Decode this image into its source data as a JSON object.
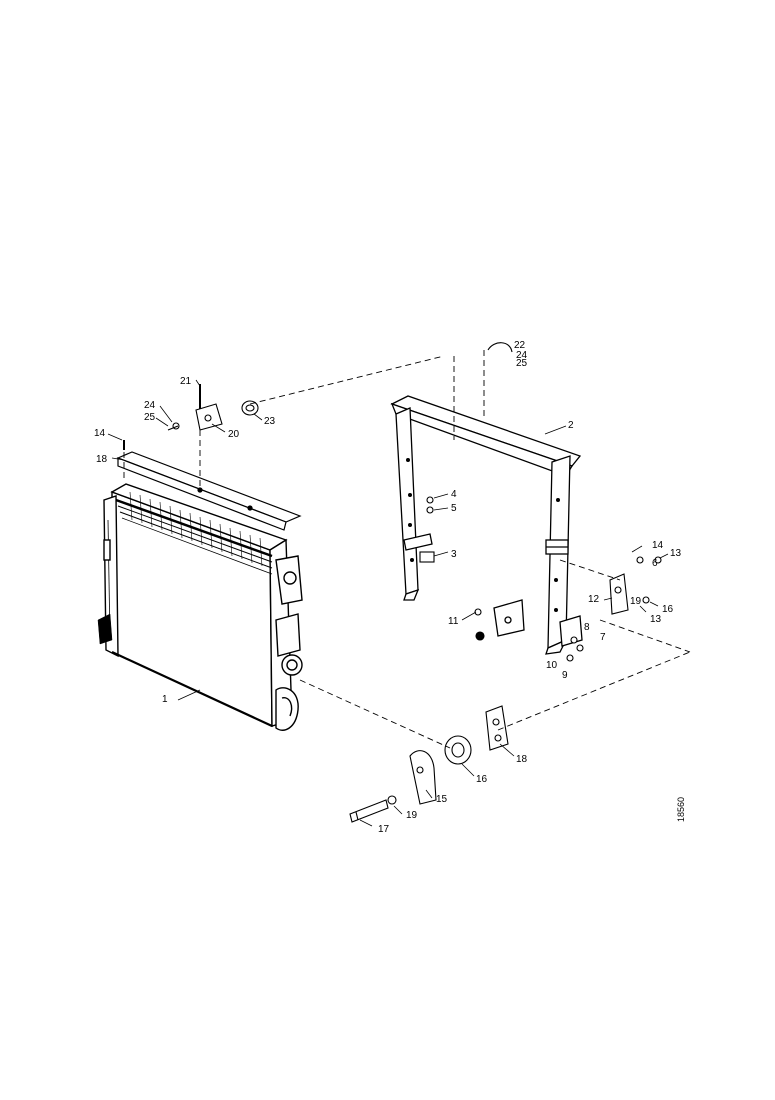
{
  "diagram": {
    "type": "exploded-parts-view",
    "reference_number": "18560",
    "ink_color": "#000000",
    "background_color": "#ffffff",
    "callouts": [
      {
        "id": "c1",
        "label": "1"
      },
      {
        "id": "c2",
        "label": "2"
      },
      {
        "id": "c3",
        "label": "3"
      },
      {
        "id": "c4",
        "label": "4"
      },
      {
        "id": "c5",
        "label": "5"
      },
      {
        "id": "c6",
        "label": "6"
      },
      {
        "id": "c7",
        "label": "7"
      },
      {
        "id": "c8",
        "label": "8"
      },
      {
        "id": "c9",
        "label": "9"
      },
      {
        "id": "c10",
        "label": "10"
      },
      {
        "id": "c11",
        "label": "11"
      },
      {
        "id": "c12",
        "label": "12"
      },
      {
        "id": "c13",
        "label": "13"
      },
      {
        "id": "c14",
        "label": "14"
      },
      {
        "id": "c15",
        "label": "15"
      },
      {
        "id": "c16",
        "label": "16"
      },
      {
        "id": "c17",
        "label": "17"
      },
      {
        "id": "c18",
        "label": "18"
      },
      {
        "id": "c19",
        "label": "19"
      },
      {
        "id": "c20",
        "label": "20"
      },
      {
        "id": "c21",
        "label": "21"
      },
      {
        "id": "c22",
        "label": "22"
      },
      {
        "id": "c23",
        "label": "23"
      },
      {
        "id": "c24",
        "label": "24"
      },
      {
        "id": "c25",
        "label": "25"
      },
      {
        "id": "c6b",
        "label": "6"
      },
      {
        "id": "c13b",
        "label": "13"
      },
      {
        "id": "c14b",
        "label": "14"
      },
      {
        "id": "c16b",
        "label": "16"
      },
      {
        "id": "c18b",
        "label": "18"
      },
      {
        "id": "c19b",
        "label": "19"
      },
      {
        "id": "c24b",
        "label": "24"
      },
      {
        "id": "c25b",
        "label": "25"
      }
    ]
  }
}
